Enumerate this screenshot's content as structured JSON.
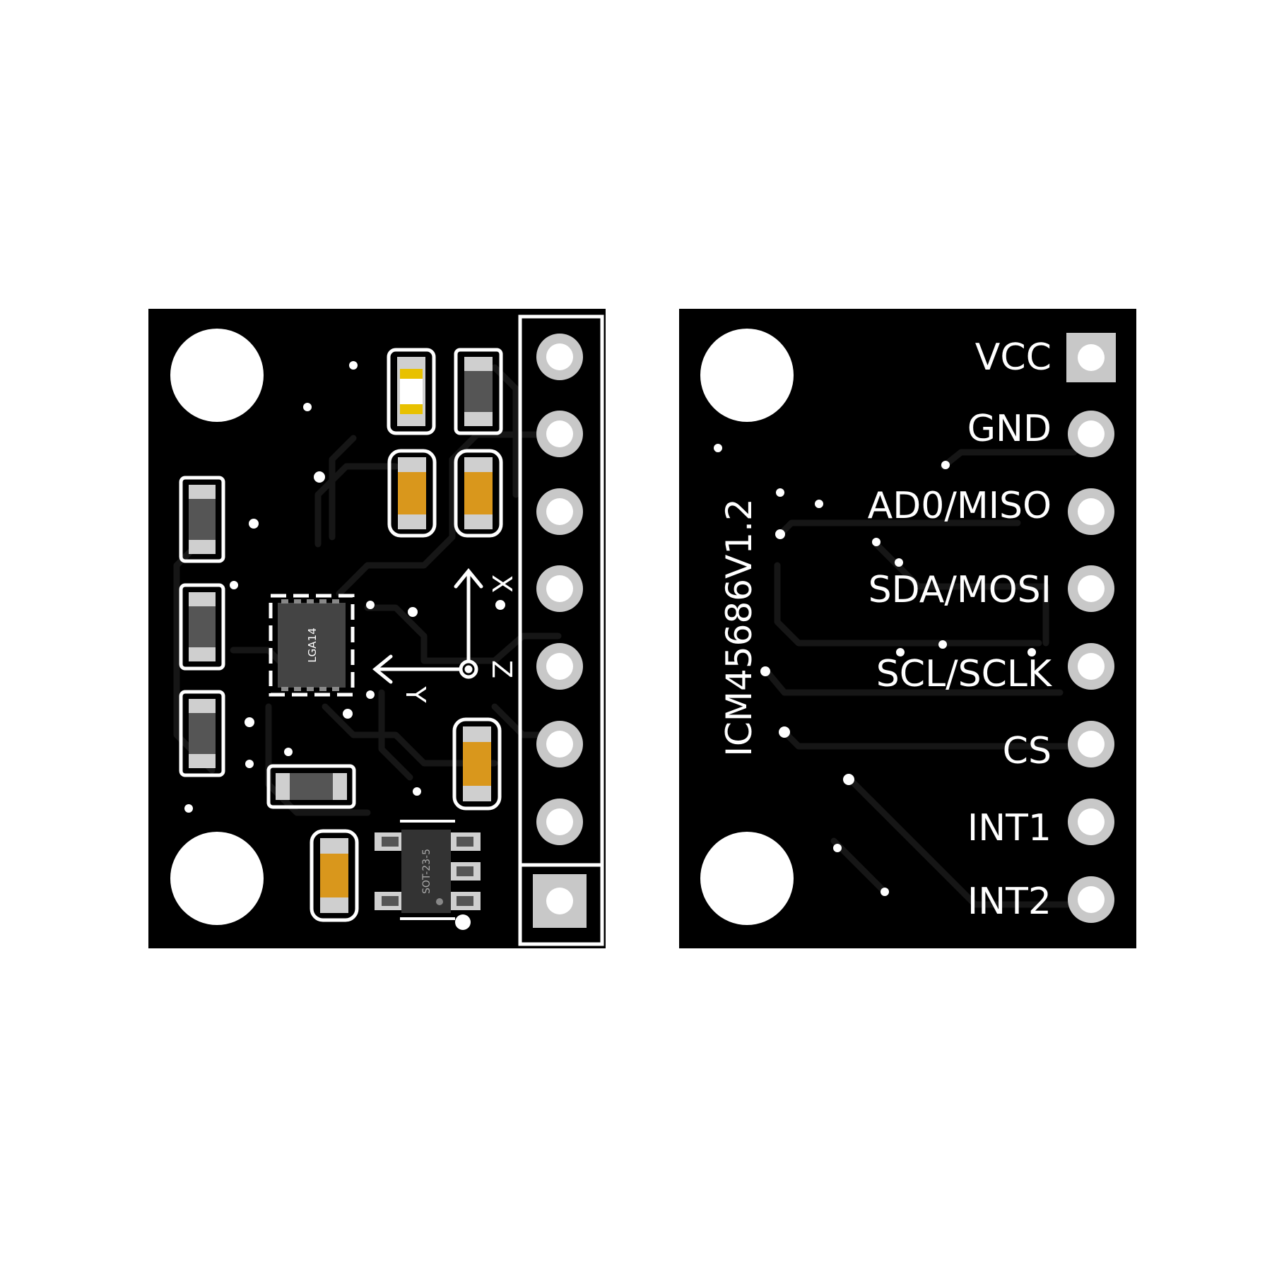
{
  "colors": {
    "background": "#ffffff",
    "board": "#000000",
    "trace": "#161616",
    "silkscreen": "#ffffff",
    "pad_copper": "#c8c8c8",
    "cap_body": "#d9971c",
    "resistor_body": "#555555",
    "led_gold": "#e8c100"
  },
  "front_board": {
    "chip_label": "LGA14",
    "regulator_label": "SOT-23-5",
    "axis_labels": {
      "x": "X",
      "y": "Y",
      "z": "Z"
    },
    "header_pin_count": 8
  },
  "back_board": {
    "board_label": "ICM45686V1.2",
    "pins": [
      {
        "label": "VCC",
        "pad": "square"
      },
      {
        "label": "GND",
        "pad": "round"
      },
      {
        "label": "AD0/MISO",
        "pad": "round"
      },
      {
        "label": "SDA/MOSI",
        "pad": "round"
      },
      {
        "label": "SCL/SCLK",
        "pad": "round"
      },
      {
        "label": "CS",
        "pad": "round"
      },
      {
        "label": "INT1",
        "pad": "round"
      },
      {
        "label": "INT2",
        "pad": "round"
      }
    ]
  }
}
